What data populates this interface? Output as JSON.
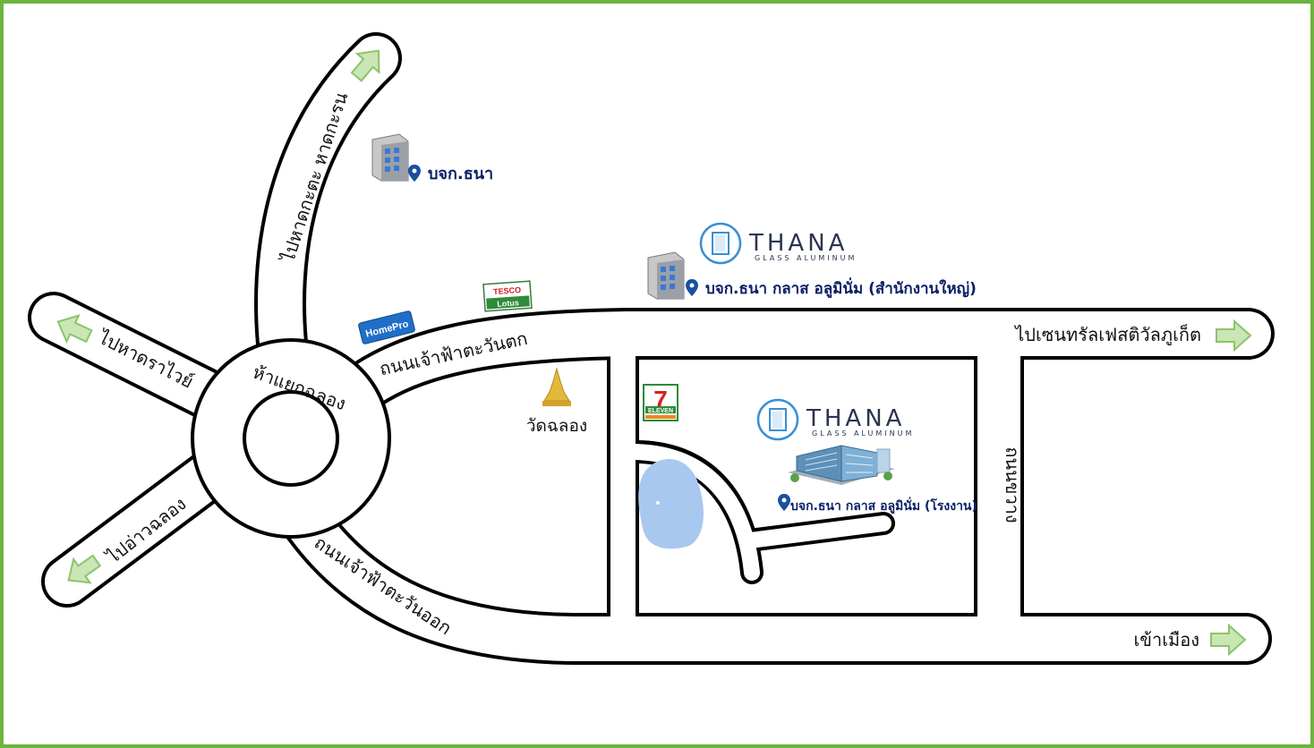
{
  "colors": {
    "frame": "#6cb33f",
    "road_edge": "#000000",
    "road_fill": "#ffffff",
    "arrow_fill": "#c9e6b4",
    "arrow_stroke": "#8cc46a",
    "pin": "#1a4fa0",
    "lake": "#a8c8f0",
    "navy_text": "#0b1f66",
    "brand_text": "#2a3550"
  },
  "roundabout": {
    "label": "ห้าแยกฉลอง"
  },
  "roads": {
    "kata_karon": "ไปหาดกะตะ หาดกะรน",
    "rawai": "ไปหาดราไวย์",
    "chalong_bay": "ไปอ่าวฉลอง",
    "chao_fa_west": "ถนนเจ้าฟ้าตะวันตก",
    "chao_fa_east": "ถนนเจ้าฟ้าตะวันออก",
    "central_festival": "ไปเซนทรัลเฟสติวัลภูเก็ต",
    "to_town": "เข้าเมือง",
    "khwang": "ถนนขวาง"
  },
  "landmarks": {
    "wat_chalong": "วัดฉลอง",
    "homepro": "HomePro",
    "tesco_top": "TESCO",
    "tesco_bottom": "Lotus",
    "seven_eleven_top": "7",
    "seven_eleven_bottom": "ELEVEN"
  },
  "offices": {
    "branch": "บจก.ธนา",
    "headquarters": "บจก.ธนา กลาส อลูมินั่ม (สำนักงานใหญ่)",
    "factory": "บจก.ธนา กลาส อลูมินั่ม (โรงงาน)"
  },
  "logo": {
    "name": "THANA",
    "subtitle": "GLASS ALUMINUM"
  }
}
